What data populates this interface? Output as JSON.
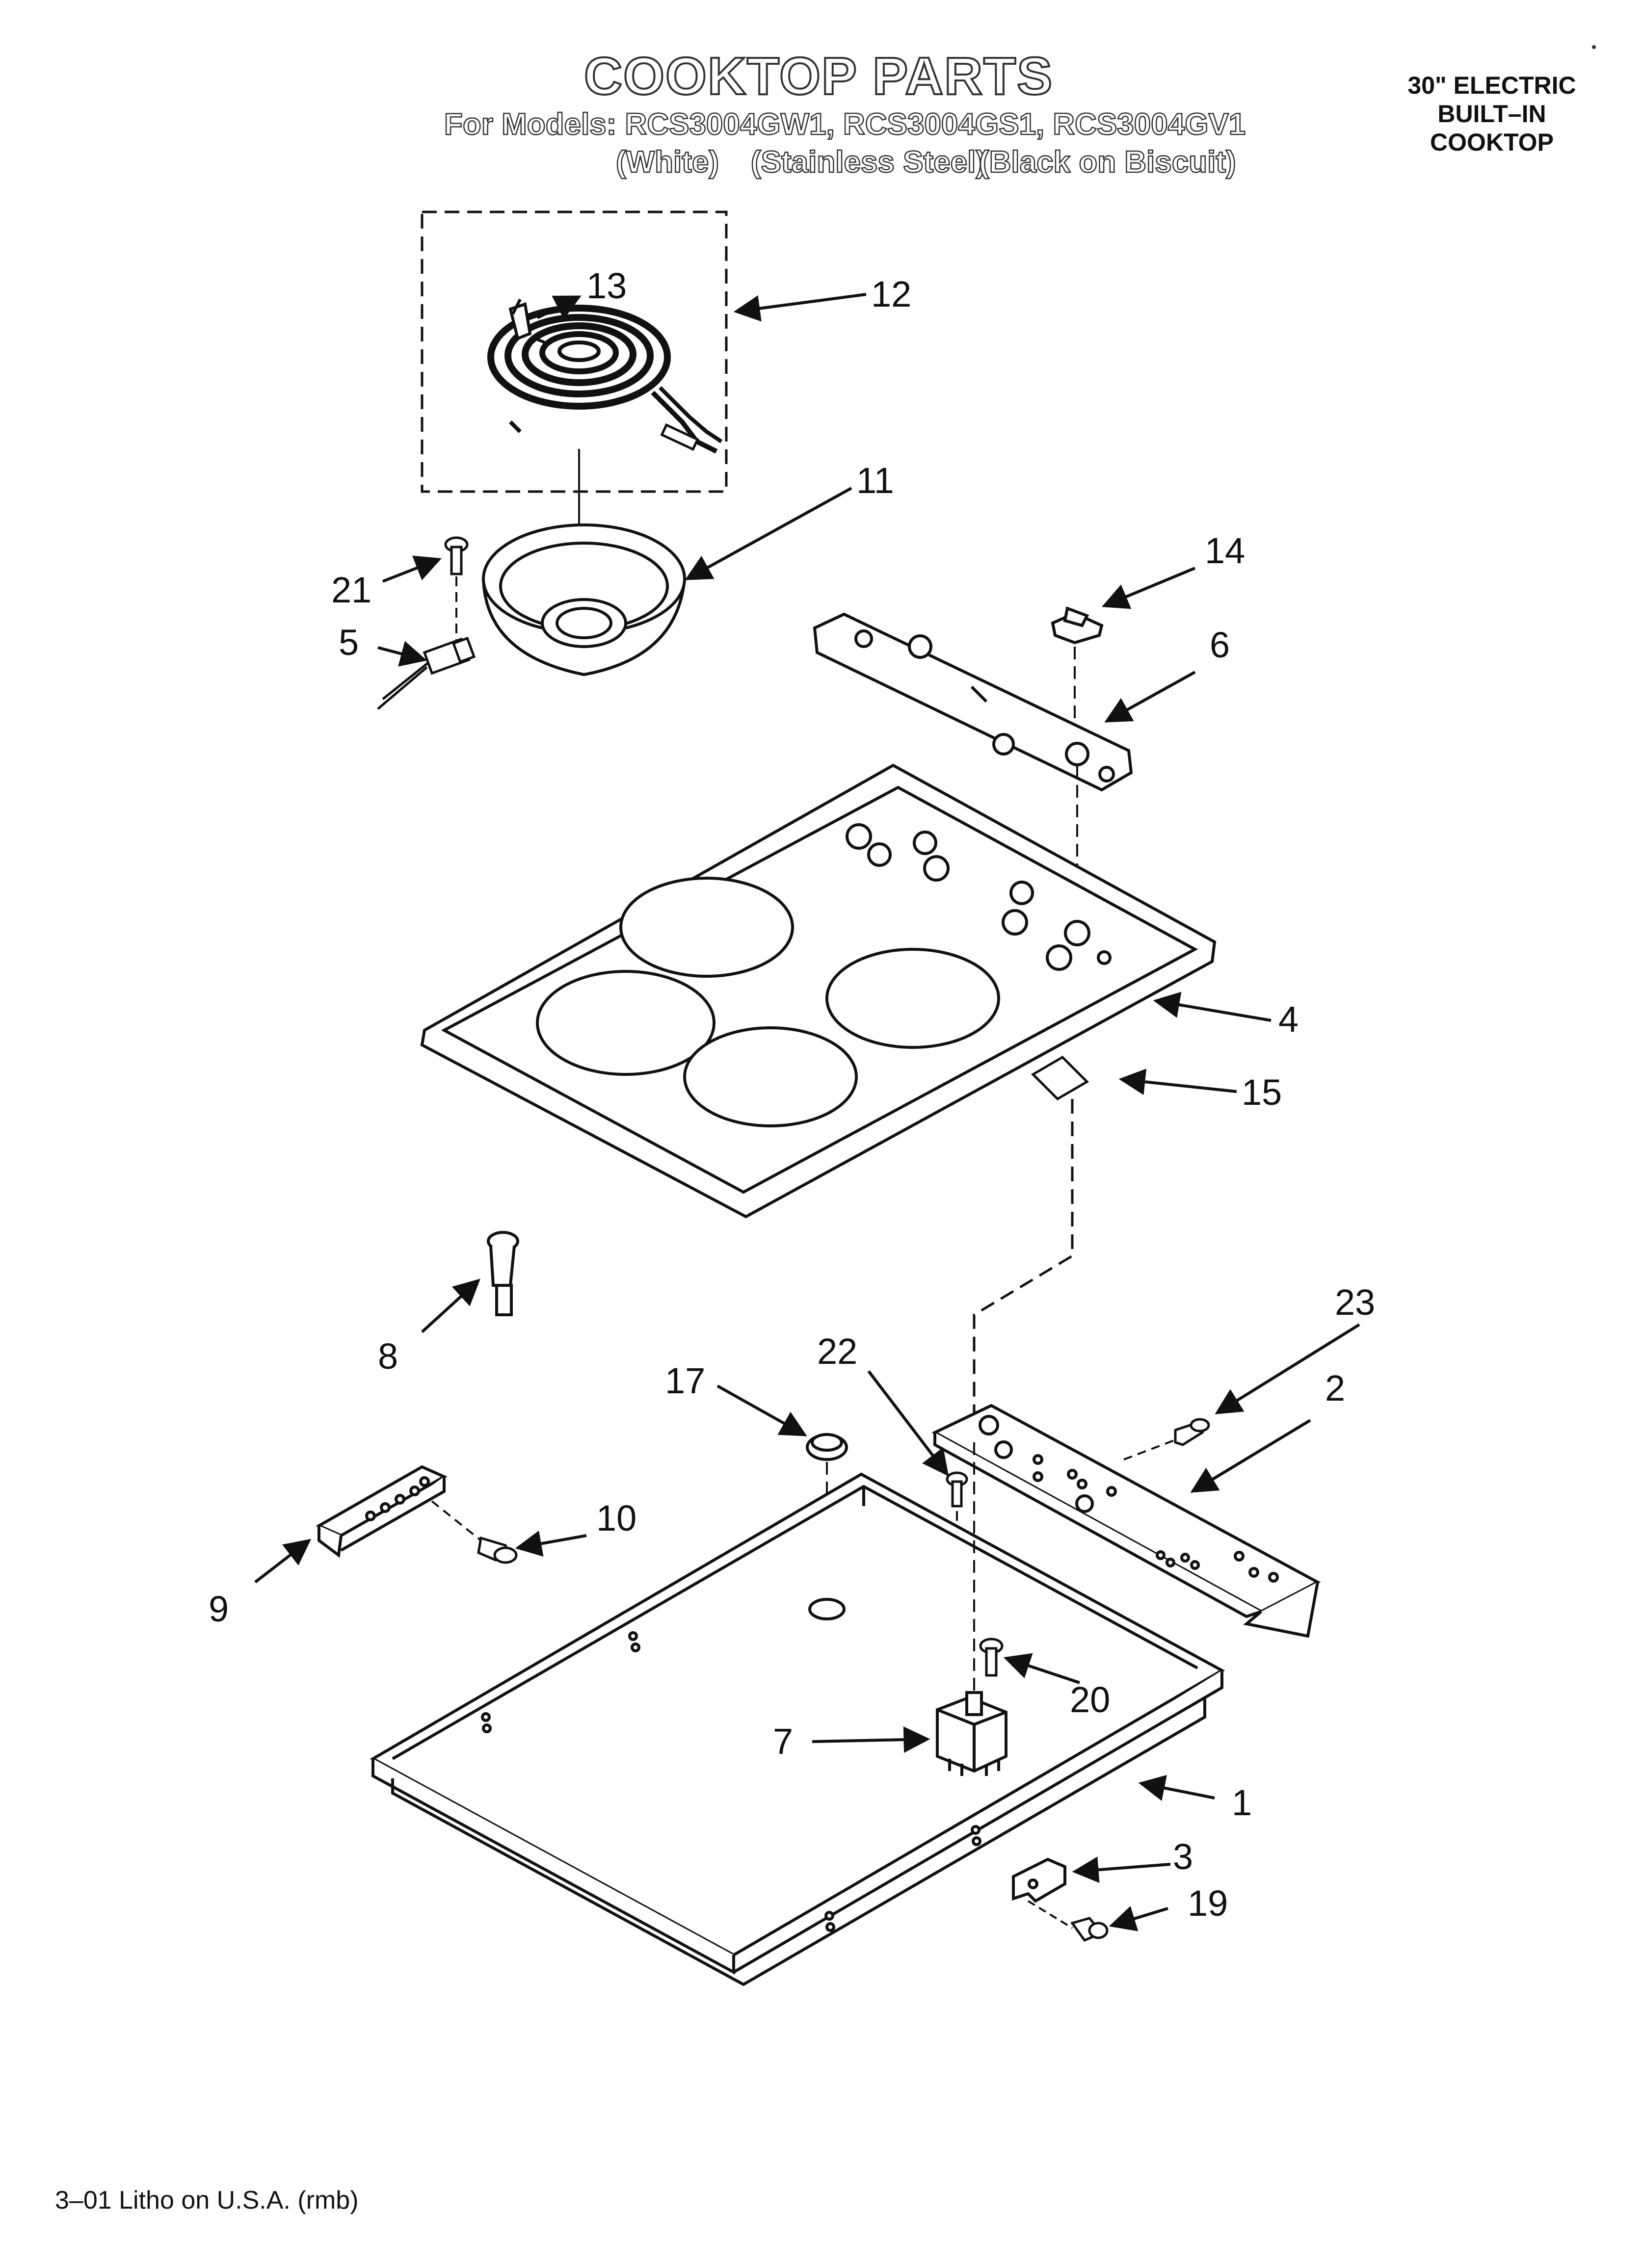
{
  "header": {
    "title": "COOKTOP PARTS",
    "models_line": "For Models: RCS3004GW1, RCS3004GS1, RCS3004GV1",
    "finish_white": "(White)",
    "finish_stainless": "(Stainless Steel)",
    "finish_black": "(Black on Biscuit)"
  },
  "side_label": {
    "line1": "30\" ELECTRIC",
    "line2": "BUILT–IN",
    "line3": "COOKTOP"
  },
  "footer": "3–01 Litho on U.S.A. (rmb)",
  "callouts": {
    "c1": "1",
    "c2": "2",
    "c3": "3",
    "c4": "4",
    "c5": "5",
    "c6": "6",
    "c7": "7",
    "c8": "8",
    "c9": "9",
    "c10": "10",
    "c11": "11",
    "c12": "12",
    "c13": "13",
    "c14": "14",
    "c15": "15",
    "c17": "17",
    "c19": "19",
    "c20": "20",
    "c21": "21",
    "c22": "22",
    "c23": "23"
  }
}
